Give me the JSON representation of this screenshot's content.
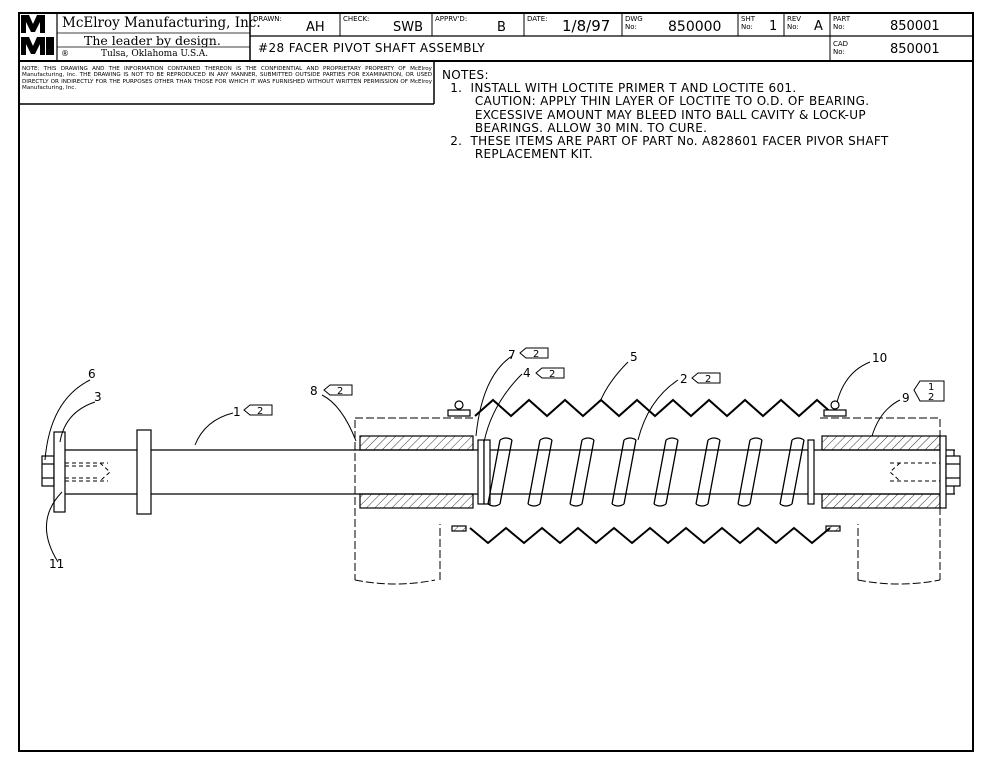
{
  "title_block": {
    "company_name": "McElroy Manufacturing, Inc.",
    "tagline": "The leader by design.",
    "location": "Tulsa, Oklahoma U.S.A.",
    "registered_mark": "®",
    "drawn_label": "DRAWN:",
    "drawn_value": "AH",
    "check_label": "CHECK:",
    "check_value": "SWB",
    "apprvd_label": "APPRV'D:",
    "apprvd_value": "B",
    "date_label": "DATE:",
    "date_value": "1/8/97",
    "dwg_label_1": "DWG",
    "dwg_label_2": "No:",
    "dwg_value": "850000",
    "sht_label_1": "SHT",
    "sht_label_2": "No:",
    "sht_value": "1",
    "rev_label_1": "REV",
    "rev_label_2": "No:",
    "rev_value": "A",
    "part_label_1": "PART",
    "part_label_2": "No:",
    "part_value": "850001",
    "cad_label_1": "CAD",
    "cad_label_2": "No:",
    "cad_value": "850001",
    "drawing_title": "#28 FACER PIVOT SHAFT ASSEMBLY"
  },
  "disclaimer": "NOTE: THIS DRAWING AND THE INFORMATION CONTAINED THEREON IS THE CONFIDENTIAL AND PROPRIETARY PROPERTY OF McElroy Manufacturing, Inc. THE DRAWING IS NOT TO BE REPRODUCED IN ANY MANNER, SUBMITTED OUTSIDE PARTIES FOR EXAMINATION, OR USED DIRECTLY OR INDIRECTLY FOR THE PURPOSES OTHER THAN THOSE FOR WHICH IT WAS FURNISHED WITHOUT WRITTEN PERMISSION OF McElroy Manufacturing, Inc.",
  "notes": {
    "heading": "NOTES:",
    "lines": [
      "  1.  INSTALL WITH LOCTITE PRIMER T AND LOCTITE 601.",
      "        CAUTION: APPLY THIN LAYER OF LOCTITE TO O.D. OF BEARING.",
      "        EXCESSIVE AMOUNT MAY BLEED INTO BALL CAVITY & LOCK-UP",
      "        BEARINGS. ALLOW 30 MIN. TO CURE.",
      "  2.  THESE ITEMS ARE PART OF PART No. A828601 FACER PIVOR SHAFT",
      "        REPLACEMENT KIT."
    ]
  },
  "balloons": {
    "b1": "1",
    "b1_note": "2",
    "b2": "2",
    "b2_note": "2",
    "b3": "3",
    "b4": "4",
    "b4_note": "2",
    "b5": "5",
    "b6": "6",
    "b7": "7",
    "b7_note": "2",
    "b8": "8",
    "b8_note": "2",
    "b9": "9",
    "b9_note_a": "1",
    "b9_note_b": "2",
    "b10": "10",
    "b11": "11"
  }
}
